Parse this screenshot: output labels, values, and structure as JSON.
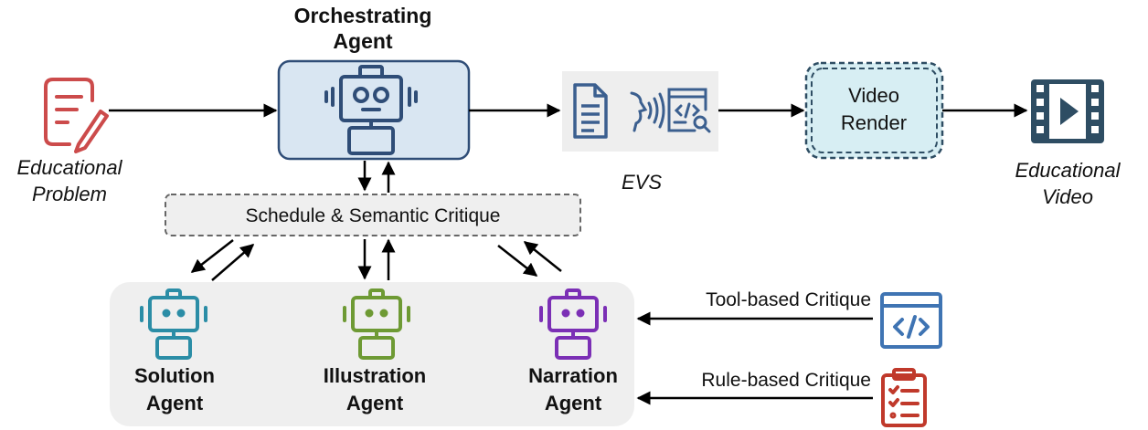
{
  "orchestrator": {
    "title_line1": "Orchestrating",
    "title_line2": "Agent"
  },
  "input": {
    "label_line1": "Educational",
    "label_line2": "Problem"
  },
  "evs": {
    "label": "EVS"
  },
  "video_render": {
    "line1": "Video",
    "line2": "Render"
  },
  "output": {
    "label_line1": "Educational",
    "label_line2": "Video"
  },
  "critique_bar": {
    "label": "Schedule & Semantic Critique"
  },
  "agents": [
    {
      "line1": "Solution",
      "line2": "Agent",
      "color": "#2b8da6"
    },
    {
      "line1": "Illustration",
      "line2": "Agent",
      "color": "#6e9a34"
    },
    {
      "line1": "Narration",
      "line2": "Agent",
      "color": "#7b2fb5"
    }
  ],
  "tool_critique": {
    "label": "Tool-based Critique",
    "color": "#3f74b3"
  },
  "rule_critique": {
    "label": "Rule-based Critique",
    "color": "#c0392b"
  },
  "colors": {
    "orchestrator": "#2f4d77",
    "orchestrator_fill": "#d9e6f2",
    "problem_icon": "#cc4b4b",
    "evs_icon": "#3b5f8f",
    "video_icon": "#2e4d63",
    "render_fill": "#d7eef3",
    "panel_fill": "#efefef"
  }
}
